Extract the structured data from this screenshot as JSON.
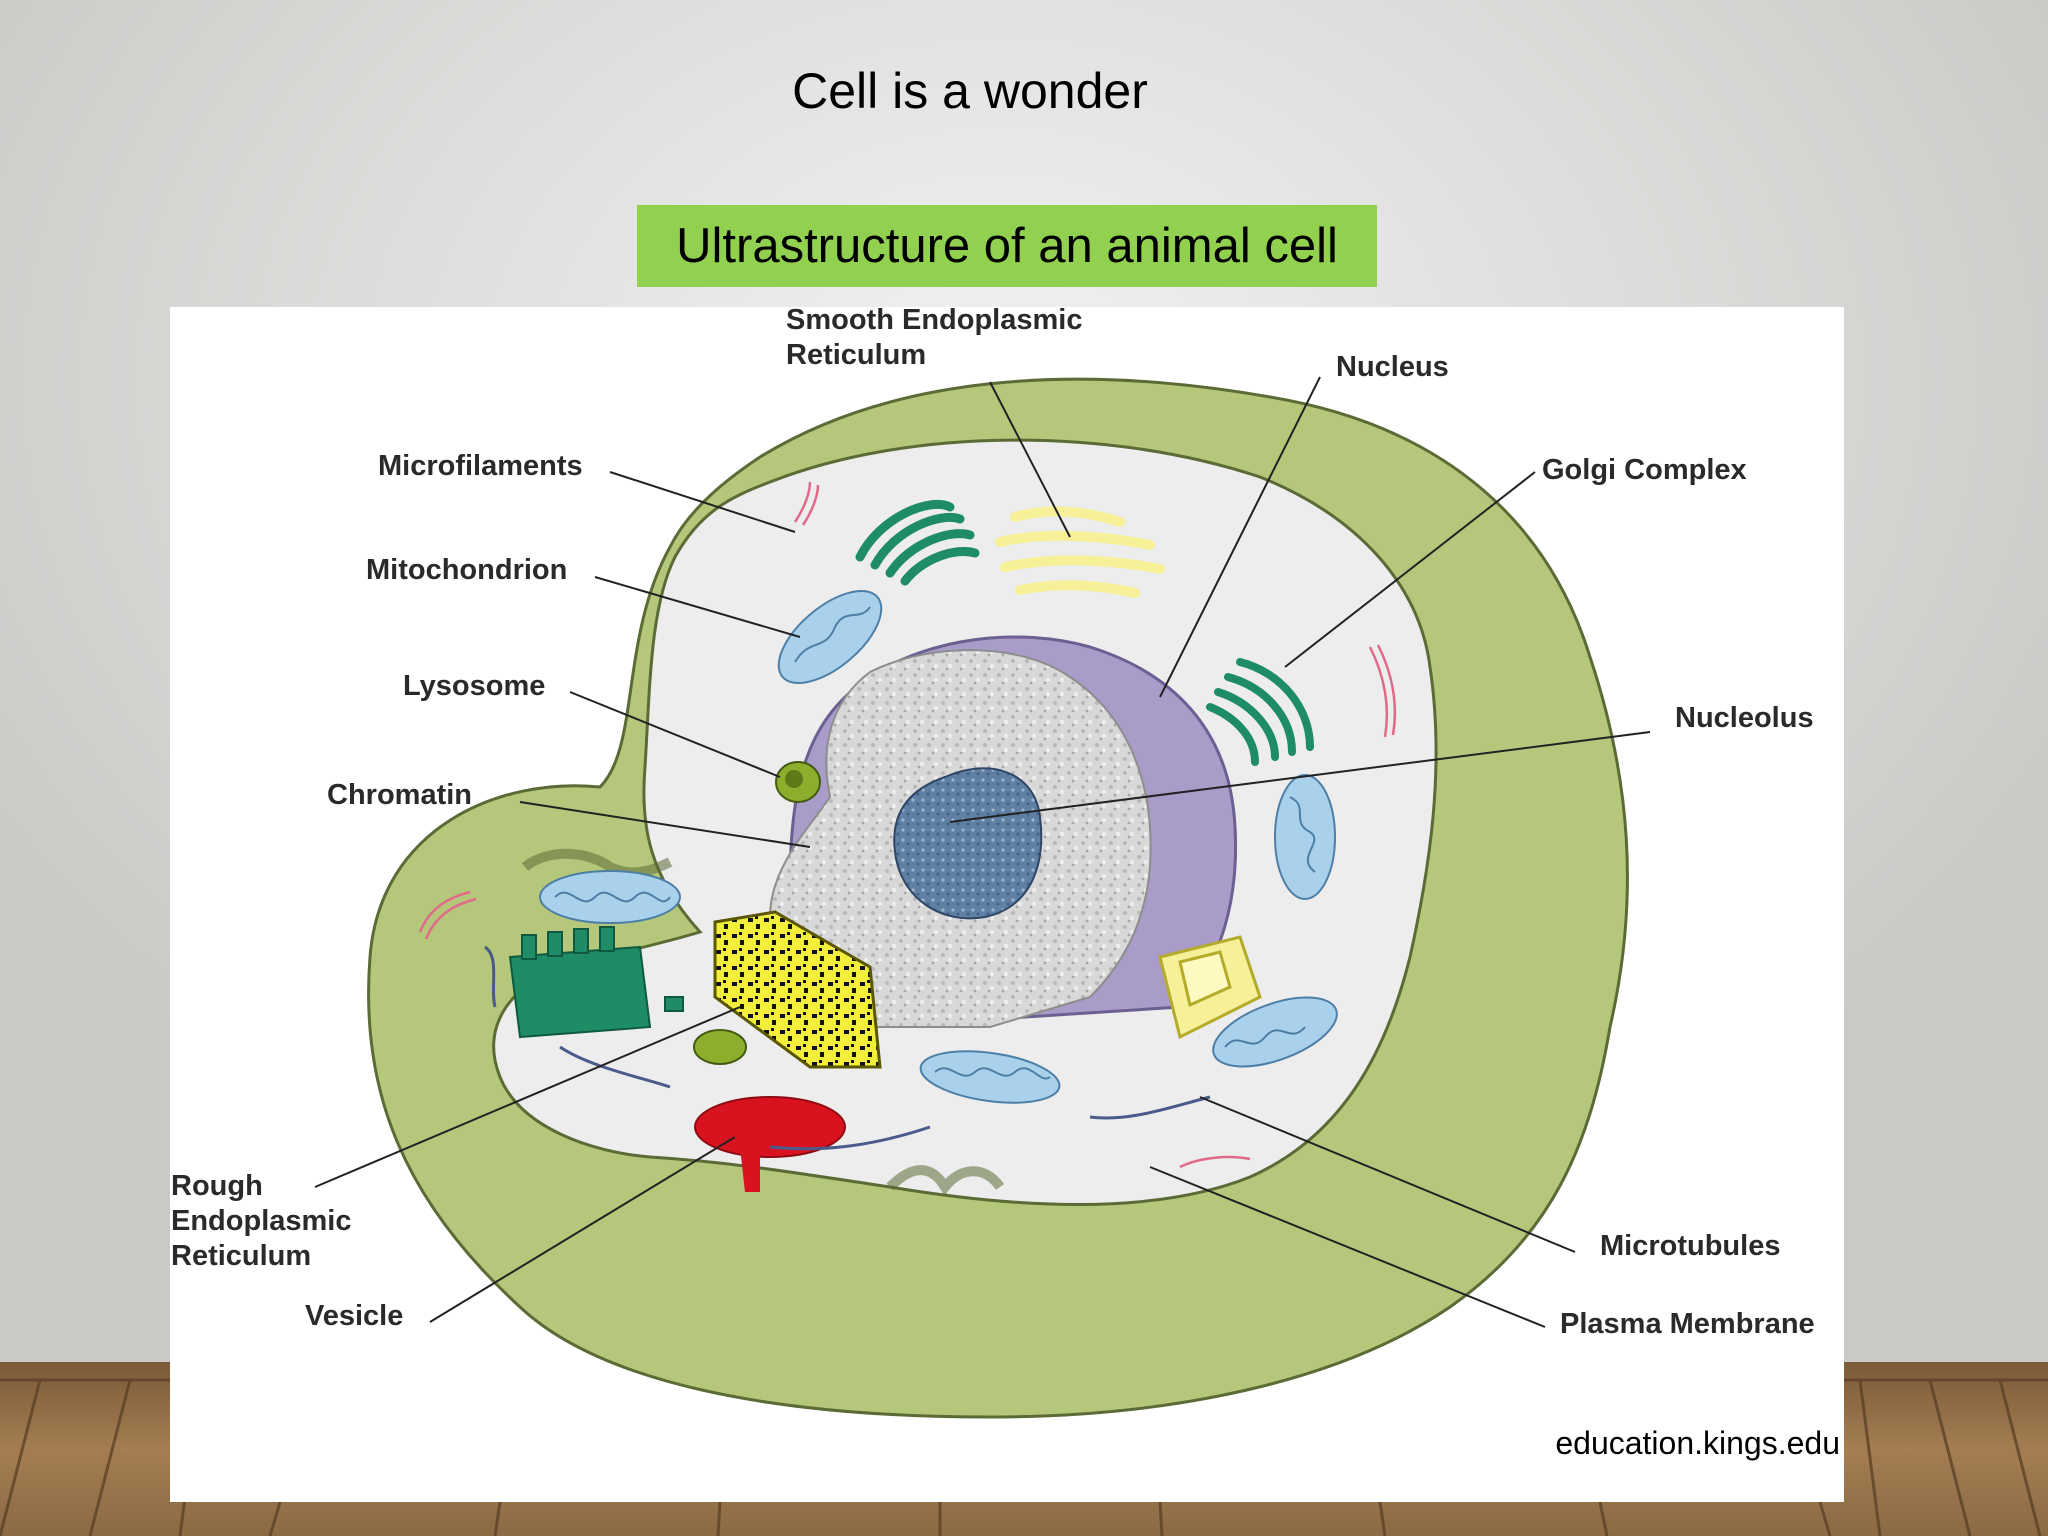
{
  "slide": {
    "title": "Cell is a wonder",
    "subtitle": "Ultrastructure of an animal cell"
  },
  "diagram": {
    "labels": {
      "smooth_er_line1": "Smooth Endoplasmic",
      "smooth_er_line2": "Reticulum",
      "nucleus": "Nucleus",
      "golgi": "Golgi Complex",
      "microfilaments": "Microfilaments",
      "mitochondrion": "Mitochondrion",
      "lysosome": "Lysosome",
      "nucleolus": "Nucleolus",
      "chromatin": "Chromatin",
      "rough_er_line1": "Rough",
      "rough_er_line2": "Endoplasmic",
      "rough_er_line3": "Reticulum",
      "vesicle": "Vesicle",
      "microtubules": "Microtubules",
      "plasma_membrane": "Plasma Membrane"
    },
    "credit": "education.kings.edu"
  },
  "colors": {
    "subtitle_bg": "#92d050",
    "cytoplasm_outer": "#b5c77a",
    "cytoplasm_inner": "#ededee",
    "nucleus_envelope": "#a99cc9",
    "nucleolus": "#5f7fa3",
    "chromatin": "#cfcfcf",
    "golgi": "#1e8c64",
    "smooth_er": "#f6f199",
    "mitochondrion": "#a9d1ec",
    "rough_er": "#f2ef3a",
    "vesicle": "#d9121f",
    "lysosome": "#8dae2c",
    "floor_wood": "#8b6a44"
  }
}
